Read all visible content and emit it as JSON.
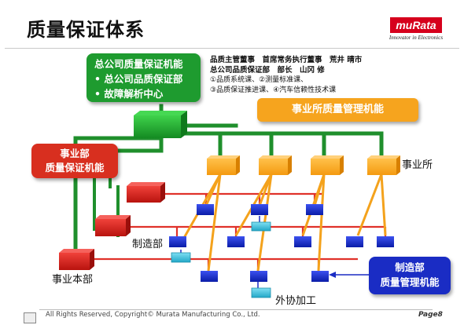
{
  "title": "质量保证体系",
  "logo": {
    "brand": "muRata",
    "tagline": "Innovator in Electronics"
  },
  "boxes": {
    "hq": [
      "总公司质量保证机能",
      "• 总公司品质保证部",
      "• 故障解析中心"
    ],
    "division": [
      "事业部",
      "质量保证机能"
    ],
    "office": "事业所质量管理机能",
    "factory": [
      "制造部",
      "质量管理机能"
    ]
  },
  "info": {
    "line1": "品质主管董事　首席常务执行董事　荒井 晴市",
    "line2": "总公司品质保证部　部长　山冈 修",
    "line3": "①品质系统课、②测量标准课、",
    "line4": "③品质保证推进课、④汽车信赖性技术课"
  },
  "labels": {
    "office": "事业所",
    "manufacturing": "制造部",
    "division_hq": "事业本部",
    "subcontract": "外协加工"
  },
  "footer": {
    "copyright": "All Rights Reserved, Copyright© Murata Manufacturing Co., Ltd.",
    "page": "Page8"
  },
  "colors": {
    "green": "#1e9b2f",
    "red": "#d82f1f",
    "orange": "#f6a41e",
    "blue": "#1a2cc4",
    "cyan": "#37b8d6",
    "brand": "#d6001c"
  }
}
